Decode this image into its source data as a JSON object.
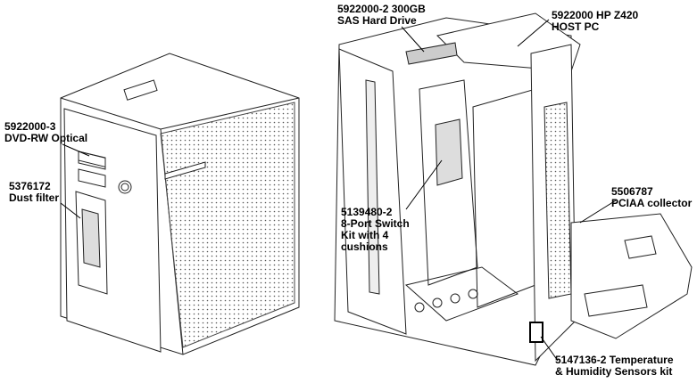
{
  "callouts": [
    {
      "id": "dvd",
      "lines": [
        "5922000-3",
        "DVD-RW Optical"
      ]
    },
    {
      "id": "dust",
      "lines": [
        "5376172",
        "Dust filter"
      ]
    },
    {
      "id": "hdd",
      "lines": [
        "5922000-2 300GB",
        "SAS Hard Drive"
      ]
    },
    {
      "id": "host",
      "lines": [
        "5922000 HP Z420",
        "HOST PC"
      ]
    },
    {
      "id": "switch",
      "lines": [
        "5139480-2",
        "8-Port Switch",
        "Kit with 4",
        "cushions"
      ]
    },
    {
      "id": "pciaa",
      "lines": [
        "5506787",
        "PCIAA collector"
      ]
    },
    {
      "id": "sensor",
      "lines": [
        "5147136-2 Temperature",
        "& Humidity Sensors kit"
      ]
    }
  ],
  "colors": {
    "line": "#222222",
    "bg": "#ffffff"
  }
}
